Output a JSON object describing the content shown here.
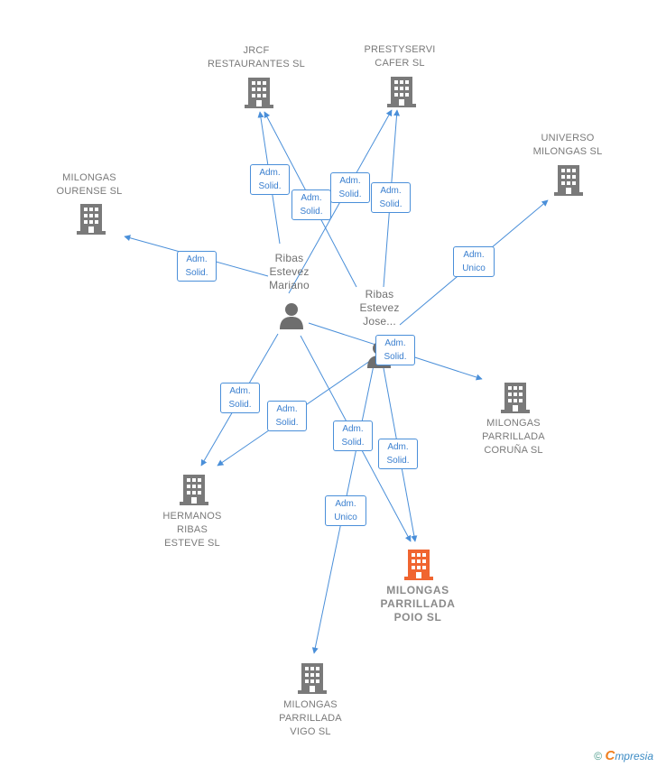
{
  "companies": {
    "jrcf": "JRCF\nRESTAURANTES SL",
    "prestyservi": "PRESTYSERVI\nCAFER SL",
    "universo": "UNIVERSO\nMILONGAS  SL",
    "ourense": "MILONGAS\nOURENSE  SL",
    "coruna": "MILONGAS\nPARRILLADA\nCORUÑA  SL",
    "hermanos": "HERMANOS\nRIBAS\nESTEVE  SL",
    "poio": "MILONGAS\nPARRILLADA\nPOIO  SL",
    "vigo": "MILONGAS\nPARRILLADA\nVIGO  SL"
  },
  "persons": {
    "mariano": "Ribas\nEstevez\nMariano",
    "jose": "Ribas\nEstevez\nJose..."
  },
  "edge_labels": {
    "m_jrcf": "Adm.\nSolid.",
    "j_jrcf": "Adm.\nSolid.",
    "m_presty": "Adm.\nSolid.",
    "j_presty": "Adm.\nSolid.",
    "m_ourense": "Adm.\nSolid.",
    "j_universo": "Adm.\nUnico",
    "m_coruna": "Adm.\nSolid.",
    "m_hermanos": "Adm.\nSolid.",
    "j_hermanos": "Adm.\nSolid.",
    "m_poio": "Adm.\nSolid.",
    "j_poio": "Adm.\nSolid.",
    "j_vigo": "Adm.\nUnico"
  },
  "colors": {
    "edge": "#4a8fd9",
    "building": "#7a7a7a",
    "building_highlight": "#f06530",
    "person": "#6e6e6e"
  },
  "icons": {
    "building": "building-icon",
    "person": "person-icon"
  },
  "footer": {
    "copyright": "©",
    "brand_first": "C",
    "brand_rest": "mpresia"
  }
}
